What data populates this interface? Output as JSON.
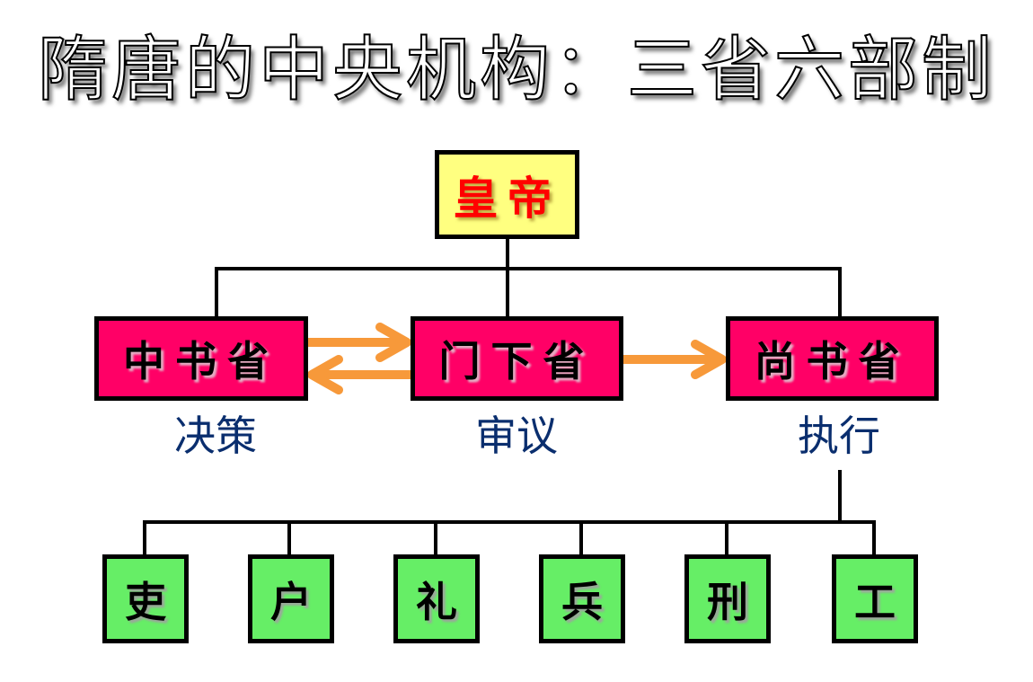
{
  "title": "隋唐的中央机构：三省六部制",
  "emperor": {
    "label": "皇帝"
  },
  "departments": [
    {
      "label": "中书省",
      "role": "决策"
    },
    {
      "label": "门下省",
      "role": "审议"
    },
    {
      "label": "尚书省",
      "role": "执行"
    }
  ],
  "ministries": [
    {
      "label": "吏"
    },
    {
      "label": "户"
    },
    {
      "label": "礼"
    },
    {
      "label": "兵"
    },
    {
      "label": "刑"
    },
    {
      "label": "工"
    }
  ],
  "flows": [
    {
      "from": "中书省",
      "to": "门下省"
    },
    {
      "from": "门下省",
      "to": "中书省"
    },
    {
      "from": "门下省",
      "to": "尚书省"
    }
  ],
  "colors": {
    "emperor_fill": "#ffff80",
    "emperor_text": "#ff0000",
    "department_fill": "#ff0066",
    "ministry_fill": "#66ee66",
    "role_text": "#0a2e6e",
    "arrow": "#f7993a"
  }
}
